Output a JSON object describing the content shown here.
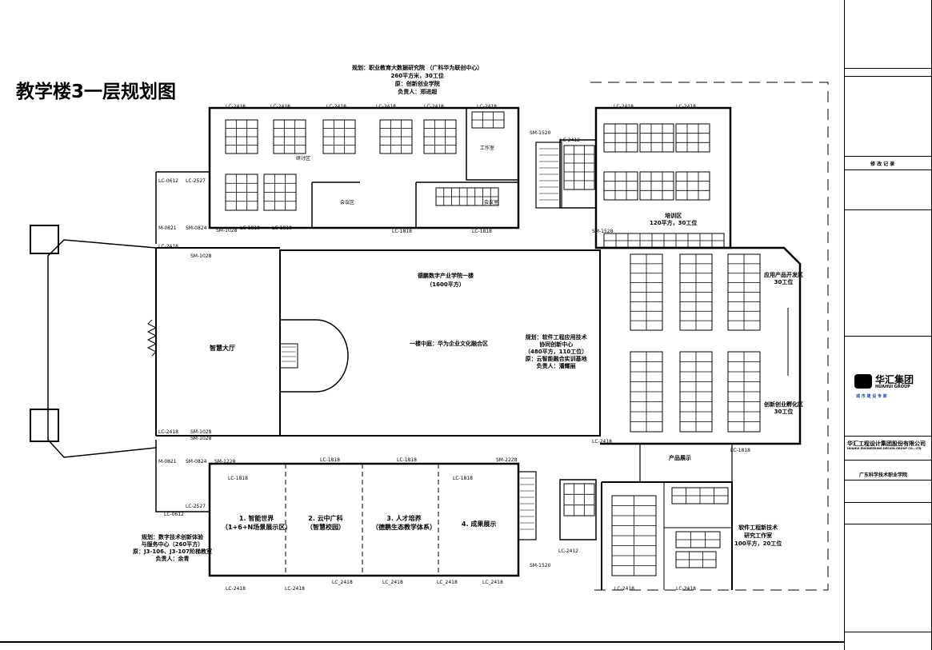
{
  "title": "教学楼3一层规划图",
  "rooms": {
    "north_note": [
      "规划：职业教育大数据研究院 （广科华为联创中心）",
      "260平方米，30工位",
      "原：创新创业学院",
      "负责人：郑进超"
    ],
    "north_small": [
      "研讨区",
      "工作室",
      "会议区",
      "会议室"
    ],
    "hall": "智慧大厅",
    "central_title": [
      "德鹏数字产业学院一楼",
      "（1600平方）"
    ],
    "central_mid": "一楼中庭：华为企业文化融合区",
    "software_note": [
      "规划：软件工程应用技术",
      "协同创新中心",
      "（480平方，110工位）",
      "原：云智能融合实训基地",
      "负责人：潘耀丽"
    ],
    "training": [
      "培训区",
      "120平方，30工位"
    ],
    "app_dev": [
      "应用产品开发区",
      "30工位"
    ],
    "incubator": [
      "创新创业孵化区",
      "30工位"
    ],
    "product_show": "产品展示",
    "sw_studio": [
      "软件工程新技术",
      "研究工作室",
      "100平方，20工位"
    ],
    "zones": [
      [
        "1. 智能世界",
        "（1+6+N场景展示区）"
      ],
      [
        "2. 云中广科",
        "（智慧校园）"
      ],
      [
        "3. 人才培养",
        "（德鹏生态教学体系）"
      ],
      [
        "4. 成果展示"
      ]
    ],
    "digital_note": [
      "规划：数字技术创新体验",
      "与服务中心（260平方）",
      "原：J3-106、J3-107阶梯教室",
      "负责人：余青"
    ]
  },
  "windows": [
    "LC-2418",
    "LC-2418",
    "LC-2418",
    "LC-2418",
    "LC-2418",
    "LC-2418",
    "SM-1520",
    "LC-2412",
    "LC-2418",
    "LC-2418",
    "LC-0612",
    "LC-2527",
    "M-0821",
    "SM-0824",
    "SM-1028",
    "LC-1818",
    "LC-1818",
    "LC-1818",
    "LC-1818",
    "LC-2418",
    "SM-1028",
    "LC-2418",
    "SM-1028",
    "M-0821",
    "SM-0824",
    "SM-1228",
    "LC-1818",
    "LC-1818",
    "LC-1818",
    "LC-1818",
    "SM-2228",
    "LC-2527",
    "LC-0612",
    "SM-1520",
    "LC-2412",
    "LC-2418",
    "LC-2418",
    "LC_2418",
    "LC_2418",
    "LC_2418",
    "LC_2418",
    "LC-2418",
    "LC-2418",
    "LC-1818",
    "SM-1528",
    "LC-2418",
    "SM-1028"
  ],
  "titleblock": {
    "revision": "修 改 记 录",
    "logo_cn": "华汇集团",
    "logo_en": "HUAHUI GROUP",
    "slogan": "城 市 建 设 专 家",
    "company": "华汇工程设计集团股份有限公司",
    "company_en": "HUAHUI ENGINEERING DESIGN GROUP CO., LTD",
    "client": "广东科学技术职业学院"
  }
}
